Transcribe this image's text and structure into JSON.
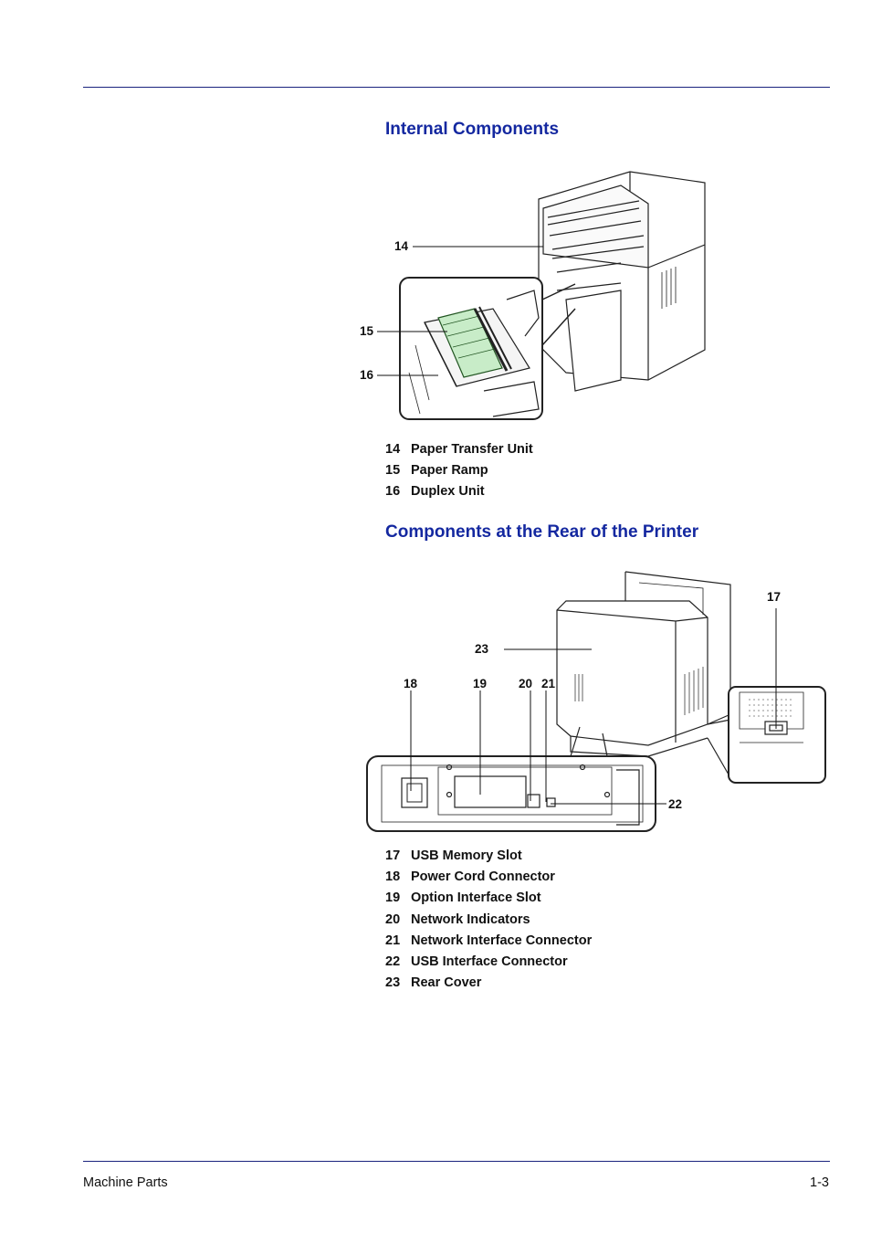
{
  "sections": {
    "internal": {
      "title": "Internal Components",
      "callouts": [
        "14",
        "15",
        "16"
      ],
      "items": [
        {
          "num": "14",
          "label": "Paper Transfer Unit"
        },
        {
          "num": "15",
          "label": "Paper Ramp"
        },
        {
          "num": "16",
          "label": "Duplex Unit"
        }
      ]
    },
    "rear": {
      "title": "Components at the Rear of the Printer",
      "callouts": [
        "17",
        "18",
        "19",
        "20",
        "21",
        "22",
        "23"
      ],
      "items": [
        {
          "num": "17",
          "label": "USB Memory Slot"
        },
        {
          "num": "18",
          "label": "Power Cord Connector"
        },
        {
          "num": "19",
          "label": "Option Interface Slot"
        },
        {
          "num": "20",
          "label": "Network Indicators"
        },
        {
          "num": "21",
          "label": "Network Interface Connector"
        },
        {
          "num": "22",
          "label": "USB Interface Connector"
        },
        {
          "num": "23",
          "label": "Rear Cover"
        }
      ]
    }
  },
  "footer": {
    "section_name": "Machine Parts",
    "page_number": "1-3"
  },
  "colors": {
    "heading": "#1428a0",
    "rule": "#1a237e",
    "highlight_green": "#c8ecc8"
  }
}
